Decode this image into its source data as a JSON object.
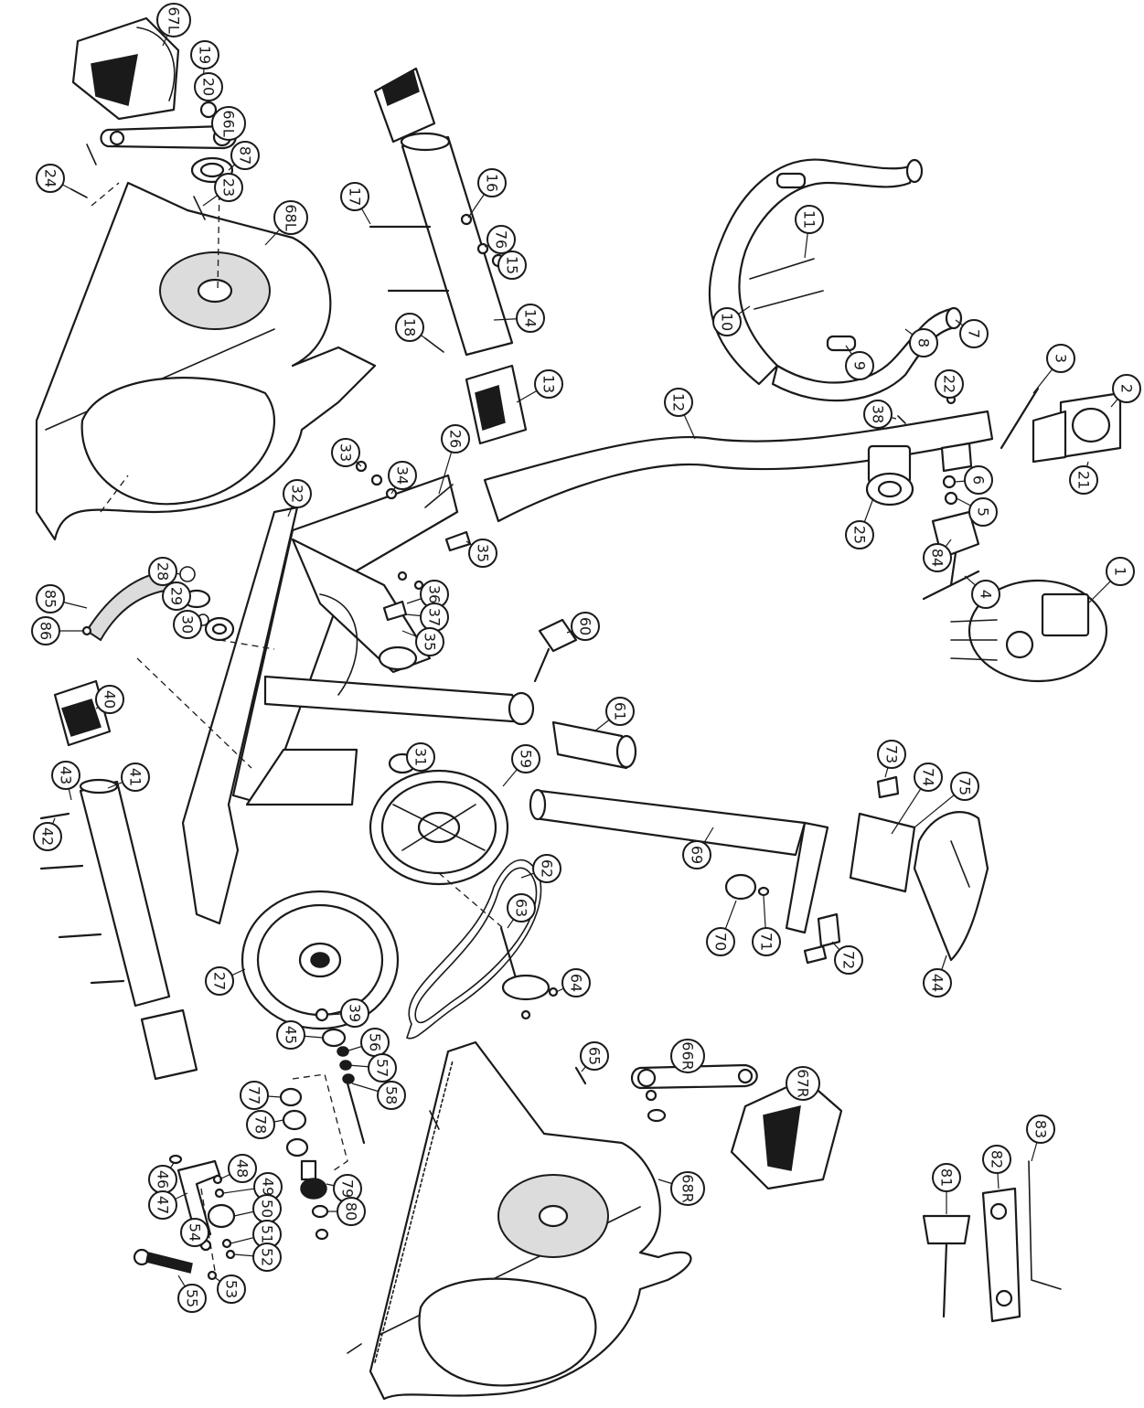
{
  "diagram": {
    "callouts": [
      {
        "id": "67L",
        "label": "67L"
      },
      {
        "id": "19",
        "label": "19"
      },
      {
        "id": "20",
        "label": "20"
      },
      {
        "id": "66L",
        "label": "66L"
      },
      {
        "id": "87",
        "label": "87"
      },
      {
        "id": "24",
        "label": "24"
      },
      {
        "id": "23",
        "label": "23"
      },
      {
        "id": "68L",
        "label": "68L"
      },
      {
        "id": "17",
        "label": "17"
      },
      {
        "id": "16",
        "label": "16"
      },
      {
        "id": "76",
        "label": "76"
      },
      {
        "id": "15",
        "label": "15"
      },
      {
        "id": "18",
        "label": "18"
      },
      {
        "id": "14",
        "label": "14"
      },
      {
        "id": "13",
        "label": "13"
      },
      {
        "id": "11",
        "label": "11"
      },
      {
        "id": "10",
        "label": "10"
      },
      {
        "id": "9",
        "label": "9"
      },
      {
        "id": "8",
        "label": "8"
      },
      {
        "id": "7",
        "label": "7"
      },
      {
        "id": "3",
        "label": "3"
      },
      {
        "id": "2",
        "label": "2"
      },
      {
        "id": "22",
        "label": "22"
      },
      {
        "id": "38",
        "label": "38"
      },
      {
        "id": "12",
        "label": "12"
      },
      {
        "id": "21",
        "label": "21"
      },
      {
        "id": "6",
        "label": "6"
      },
      {
        "id": "5",
        "label": "5"
      },
      {
        "id": "25",
        "label": "25"
      },
      {
        "id": "84",
        "label": "84"
      },
      {
        "id": "4",
        "label": "4"
      },
      {
        "id": "1",
        "label": "1"
      },
      {
        "id": "33",
        "label": "33"
      },
      {
        "id": "34",
        "label": "34"
      },
      {
        "id": "26",
        "label": "26"
      },
      {
        "id": "32",
        "label": "32"
      },
      {
        "id": "35a",
        "label": "35"
      },
      {
        "id": "36",
        "label": "36"
      },
      {
        "id": "37",
        "label": "37"
      },
      {
        "id": "35b",
        "label": "35"
      },
      {
        "id": "28",
        "label": "28"
      },
      {
        "id": "29",
        "label": "29"
      },
      {
        "id": "30",
        "label": "30"
      },
      {
        "id": "85",
        "label": "85"
      },
      {
        "id": "86",
        "label": "86"
      },
      {
        "id": "60",
        "label": "60"
      },
      {
        "id": "61",
        "label": "61"
      },
      {
        "id": "40",
        "label": "40"
      },
      {
        "id": "31",
        "label": "31"
      },
      {
        "id": "59",
        "label": "59"
      },
      {
        "id": "73",
        "label": "73"
      },
      {
        "id": "74",
        "label": "74"
      },
      {
        "id": "75",
        "label": "75"
      },
      {
        "id": "41",
        "label": "41"
      },
      {
        "id": "43",
        "label": "43"
      },
      {
        "id": "42",
        "label": "42"
      },
      {
        "id": "69",
        "label": "69"
      },
      {
        "id": "62",
        "label": "62"
      },
      {
        "id": "70",
        "label": "70"
      },
      {
        "id": "71",
        "label": "71"
      },
      {
        "id": "72",
        "label": "72"
      },
      {
        "id": "44",
        "label": "44"
      },
      {
        "id": "63",
        "label": "63"
      },
      {
        "id": "64",
        "label": "64"
      },
      {
        "id": "27",
        "label": "27"
      },
      {
        "id": "39",
        "label": "39"
      },
      {
        "id": "45",
        "label": "45"
      },
      {
        "id": "56",
        "label": "56"
      },
      {
        "id": "57",
        "label": "57"
      },
      {
        "id": "58",
        "label": "58"
      },
      {
        "id": "65",
        "label": "65"
      },
      {
        "id": "66R",
        "label": "66R"
      },
      {
        "id": "67R",
        "label": "67R"
      },
      {
        "id": "77",
        "label": "77"
      },
      {
        "id": "78",
        "label": "78"
      },
      {
        "id": "46",
        "label": "46"
      },
      {
        "id": "47",
        "label": "47"
      },
      {
        "id": "48",
        "label": "48"
      },
      {
        "id": "49",
        "label": "49"
      },
      {
        "id": "50",
        "label": "50"
      },
      {
        "id": "79",
        "label": "79"
      },
      {
        "id": "80",
        "label": "80"
      },
      {
        "id": "54",
        "label": "54"
      },
      {
        "id": "51",
        "label": "51"
      },
      {
        "id": "52",
        "label": "52"
      },
      {
        "id": "53",
        "label": "53"
      },
      {
        "id": "55",
        "label": "55"
      },
      {
        "id": "68R",
        "label": "68R"
      },
      {
        "id": "81",
        "label": "81"
      },
      {
        "id": "82",
        "label": "82"
      },
      {
        "id": "83",
        "label": "83"
      }
    ]
  }
}
